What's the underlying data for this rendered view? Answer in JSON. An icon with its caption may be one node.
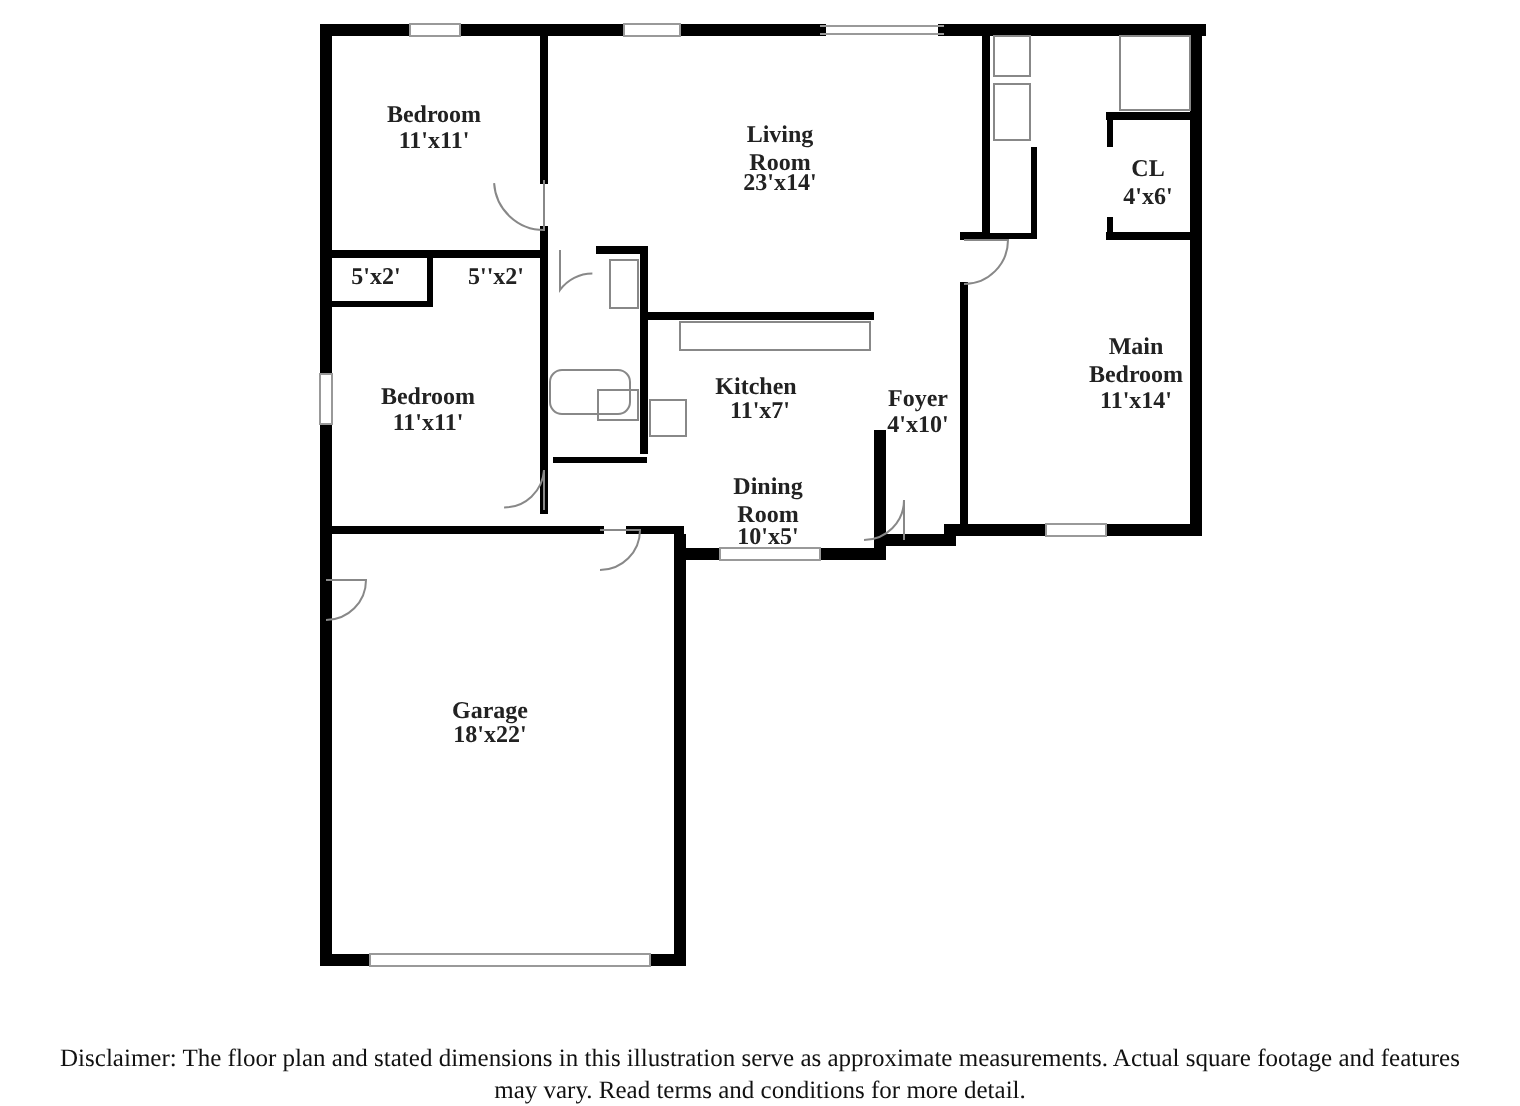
{
  "diagram": {
    "labels": [
      "Bedroom",
      "11'x11'",
      "Living Room",
      "23'x14'",
      "CL",
      "4'x6'",
      "Main Bedroom",
      "11'x14'",
      "5'x2'",
      "5''x2'",
      "Kitchen",
      "11'x7'",
      "Foyer",
      "4'x10'",
      "Bedroom",
      "11'x11'",
      "Dining Room",
      "10'x5'",
      "Garage",
      "18'x22'",
      "Disclaimer: The floor plan and stated dimensions in this illustration serve as approximate measurements. Actual square footage and features may vary. Read terms and conditions for more detail."
    ]
  }
}
